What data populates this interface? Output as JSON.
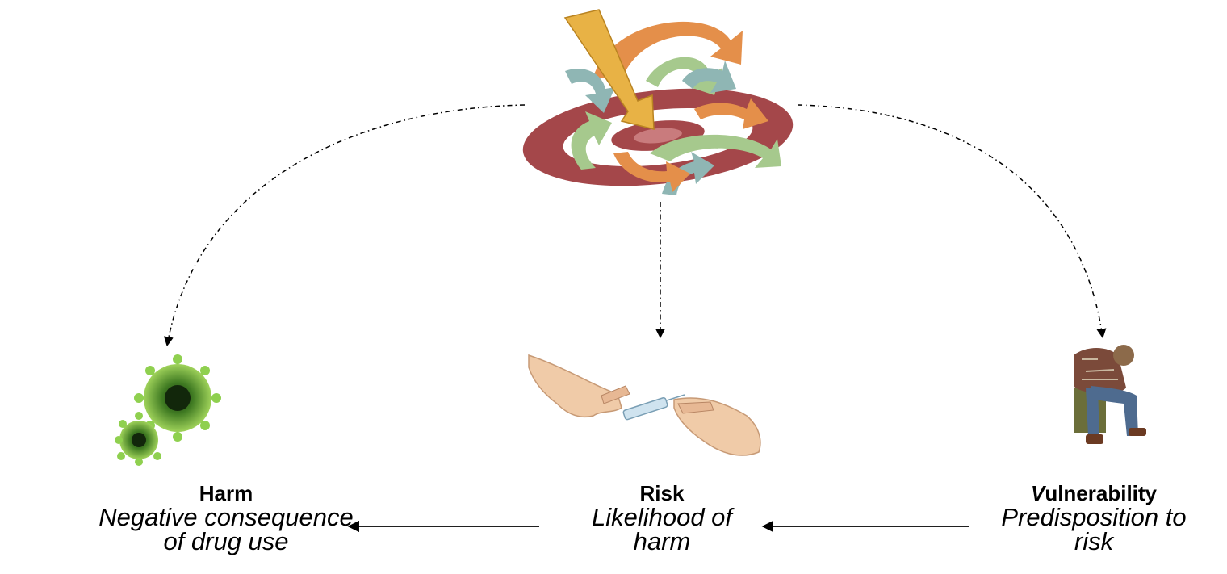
{
  "nodes": {
    "harm": {
      "title": "Harm",
      "description": "Negative consequence\nof drug use",
      "icon": "virus-icon"
    },
    "risk": {
      "title": "Risk",
      "description": "Likelihood of\nharm",
      "icon": "syringe-handoff-icon"
    },
    "vulnerability": {
      "title_prefix": "V",
      "title_rest": "ulnerability",
      "description": "Predisposition to\nrisk",
      "icon": "distressed-person-icon"
    }
  },
  "top_icon": "swirling-arrows-icon",
  "colors": {
    "swirl_red": "#a4474a",
    "swirl_orange": "#e48f4a",
    "swirl_green": "#a6c98d",
    "swirl_teal": "#8fb6b4",
    "arrow_yellow": "#e8b245",
    "virus_green": "#6fb43c",
    "text": "#000000"
  }
}
